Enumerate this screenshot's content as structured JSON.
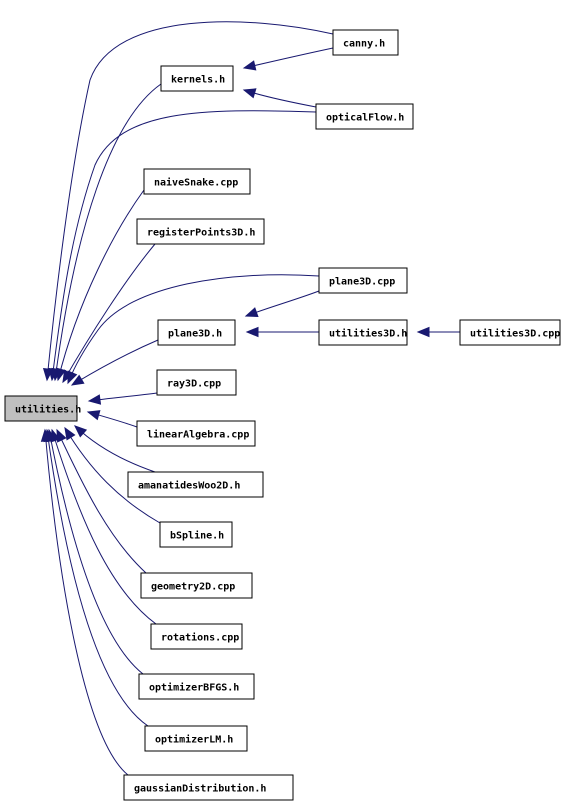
{
  "graph": {
    "root": "utilities.h",
    "nodes": [
      {
        "id": "utilities",
        "label": "utilities.h",
        "root": true
      },
      {
        "id": "canny",
        "label": "canny.h"
      },
      {
        "id": "kernels",
        "label": "kernels.h"
      },
      {
        "id": "opticalflow",
        "label": "opticalFlow.h"
      },
      {
        "id": "naivesnake",
        "label": "naiveSnake.cpp"
      },
      {
        "id": "registerpoints3d",
        "label": "registerPoints3D.h"
      },
      {
        "id": "plane3dcpp",
        "label": "plane3D.cpp"
      },
      {
        "id": "plane3dh",
        "label": "plane3D.h"
      },
      {
        "id": "utilities3dh",
        "label": "utilities3D.h"
      },
      {
        "id": "utilities3dcpp",
        "label": "utilities3D.cpp"
      },
      {
        "id": "ray3d",
        "label": "ray3D.cpp"
      },
      {
        "id": "linearalgebra",
        "label": "linearAlgebra.cpp"
      },
      {
        "id": "amanatides",
        "label": "amanatidesWoo2D.h"
      },
      {
        "id": "bspline",
        "label": "bSpline.h"
      },
      {
        "id": "geometry2d",
        "label": "geometry2D.cpp"
      },
      {
        "id": "rotations",
        "label": "rotations.cpp"
      },
      {
        "id": "optimizerbfgs",
        "label": "optimizerBFGS.h"
      },
      {
        "id": "optimizerlm",
        "label": "optimizerLM.h"
      },
      {
        "id": "gaussian",
        "label": "gaussianDistribution.h"
      }
    ],
    "edges": [
      {
        "from": "canny",
        "to": "utilities"
      },
      {
        "from": "canny",
        "to": "kernels"
      },
      {
        "from": "kernels",
        "to": "utilities"
      },
      {
        "from": "opticalflow",
        "to": "kernels"
      },
      {
        "from": "opticalflow",
        "to": "utilities"
      },
      {
        "from": "naivesnake",
        "to": "utilities"
      },
      {
        "from": "registerpoints3d",
        "to": "utilities"
      },
      {
        "from": "plane3dcpp",
        "to": "utilities"
      },
      {
        "from": "plane3dcpp",
        "to": "plane3dh"
      },
      {
        "from": "utilities3dh",
        "to": "plane3dh"
      },
      {
        "from": "utilities3dcpp",
        "to": "utilities3dh"
      },
      {
        "from": "plane3dh",
        "to": "utilities"
      },
      {
        "from": "ray3d",
        "to": "utilities"
      },
      {
        "from": "linearalgebra",
        "to": "utilities"
      },
      {
        "from": "amanatides",
        "to": "utilities"
      },
      {
        "from": "bspline",
        "to": "utilities"
      },
      {
        "from": "geometry2d",
        "to": "utilities"
      },
      {
        "from": "rotations",
        "to": "utilities"
      },
      {
        "from": "optimizerbfgs",
        "to": "utilities"
      },
      {
        "from": "optimizerlm",
        "to": "utilities"
      },
      {
        "from": "gaussian",
        "to": "utilities"
      }
    ],
    "colors": {
      "edge": "#191970",
      "node_fill": "#ffffff",
      "root_fill": "#bfbfbf",
      "border": "#000000"
    }
  }
}
